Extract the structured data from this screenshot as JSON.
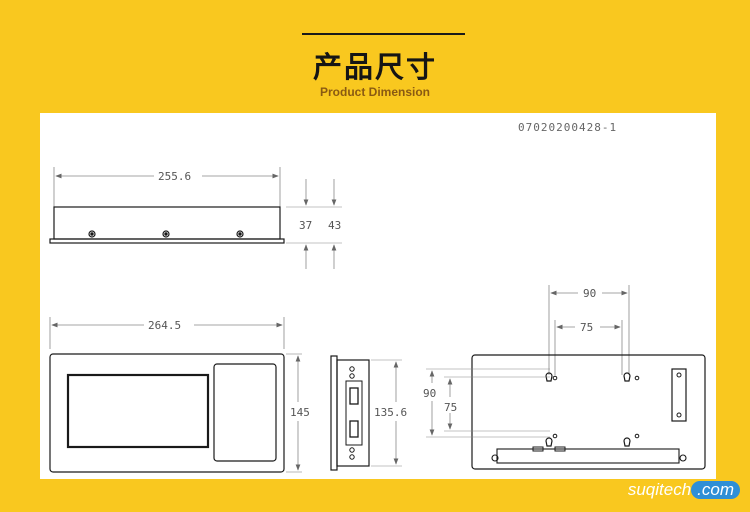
{
  "header": {
    "title": "产品尺寸",
    "subtitle": "Product Dimension"
  },
  "drawing": {
    "doc_number": "07020200428-1",
    "top_view": {
      "width": "255.6",
      "height_a": "37",
      "height_b": "43"
    },
    "front_view": {
      "width": "264.5",
      "height": "145"
    },
    "side_view": {
      "height": "135.6"
    },
    "rear_view": {
      "outer_span": "90",
      "inner_span": "75",
      "outer_vspan": "90",
      "inner_vspan": "75"
    }
  },
  "watermark": {
    "text_a": "suqitech",
    "text_b": ".com"
  },
  "colors": {
    "background": "#f9c81f",
    "sheet": "#ffffff",
    "line": "#1a1a1a"
  }
}
